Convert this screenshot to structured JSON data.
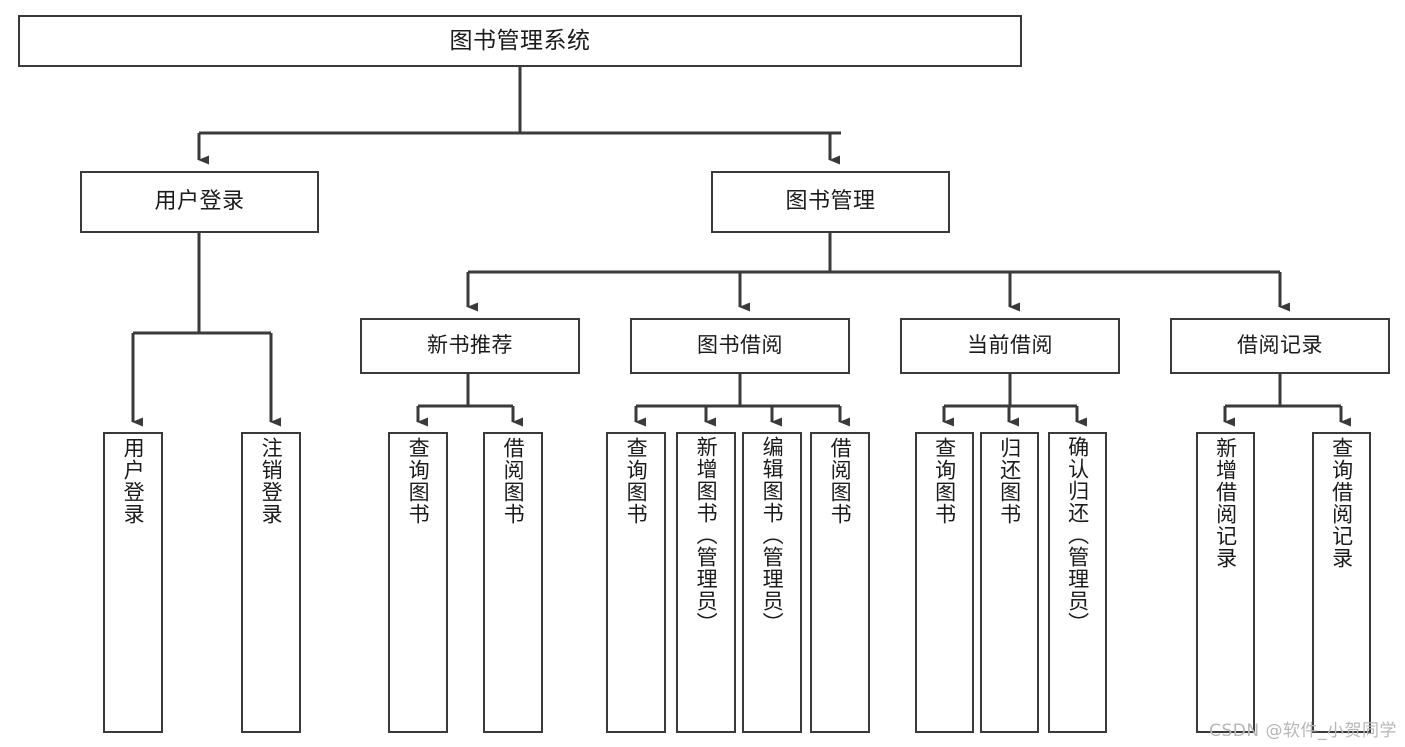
{
  "diagram": {
    "type": "tree",
    "title": "图书管理系统",
    "colors": {
      "background": "#ffffff",
      "box_border": "#3a3a3a",
      "box_fill": "#ffffff",
      "text": "#1b1b1b",
      "connector": "#3a3a3a",
      "watermark": "#b7b7b7"
    },
    "root": {
      "label": "图书管理系统"
    },
    "level2": [
      {
        "id": "user-login",
        "label": "用户登录"
      },
      {
        "id": "book-manage",
        "label": "图书管理"
      }
    ],
    "level3": [
      {
        "id": "new-book-rec",
        "label": "新书推荐"
      },
      {
        "id": "book-borrow",
        "label": "图书借阅"
      },
      {
        "id": "current-borrow",
        "label": "当前借阅"
      },
      {
        "id": "borrow-record",
        "label": "借阅记录"
      }
    ],
    "leaves": {
      "user_login": [
        {
          "id": "leaf-user-login",
          "label": "用户登录"
        },
        {
          "id": "leaf-logout",
          "label": "注销登录"
        }
      ],
      "new_book_rec": [
        {
          "id": "leaf-query-book-1",
          "label": "查询图书"
        },
        {
          "id": "leaf-borrow-book-1",
          "label": "借阅图书"
        }
      ],
      "book_borrow": [
        {
          "id": "leaf-query-book-2",
          "label": "查询图书"
        },
        {
          "id": "leaf-add-book",
          "label": "新增图书（管理员）"
        },
        {
          "id": "leaf-edit-book",
          "label": "编辑图书（管理员）"
        },
        {
          "id": "leaf-borrow-book-2",
          "label": "借阅图书"
        }
      ],
      "current_borrow": [
        {
          "id": "leaf-query-book-3",
          "label": "查询图书"
        },
        {
          "id": "leaf-return-book",
          "label": "归还图书"
        },
        {
          "id": "leaf-confirm-return",
          "label": "确认归还（管理员）"
        }
      ],
      "borrow_record": [
        {
          "id": "leaf-add-record",
          "label": "新增借阅记录"
        },
        {
          "id": "leaf-query-record",
          "label": "查询借阅记录"
        }
      ]
    }
  },
  "watermark": {
    "text": "CSDN @软件_小贺同学"
  }
}
